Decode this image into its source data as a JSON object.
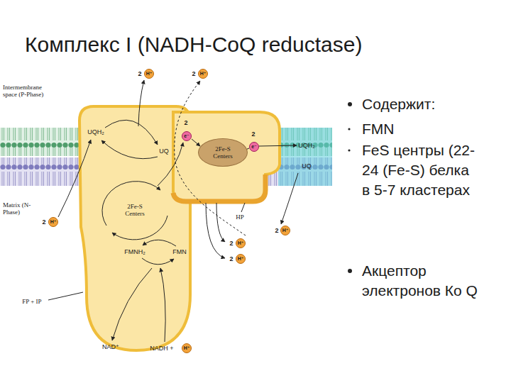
{
  "diagram": {
    "title": "Комплекс I (NADH-CoQ reductase)",
    "nodes": [
      {
        "text": [
          "FP + IP"
        ]
      },
      {
        "text": [
          "HP"
        ]
      },
      {
        "text": [
          "2Fe-S Centers"
        ],
        "in": 1
      }
    ],
    "labels": [
      "Содержит:",
      "FMN",
      "FeS центры (22-24 (Fe-S) белка в 5-7 кластерах",
      "Акцептор электронов Ко Q",
      "Intermembrane space (P-Phase)",
      "Matrix (N-Phase)",
      "UQH₂",
      "UQ",
      "UQH₂",
      "UQ",
      "2Fe-S Centers",
      "FMNH₂",
      "FMN",
      "NAD⁺",
      "NADH +",
      "H⁺",
      "2",
      "e⁻",
      "2",
      "e⁻",
      "2",
      "H⁺",
      "2",
      "H⁺",
      "2",
      "H⁺",
      "2",
      "H⁺",
      "2",
      "H⁺",
      "2",
      "H⁺"
    ]
  }
}
